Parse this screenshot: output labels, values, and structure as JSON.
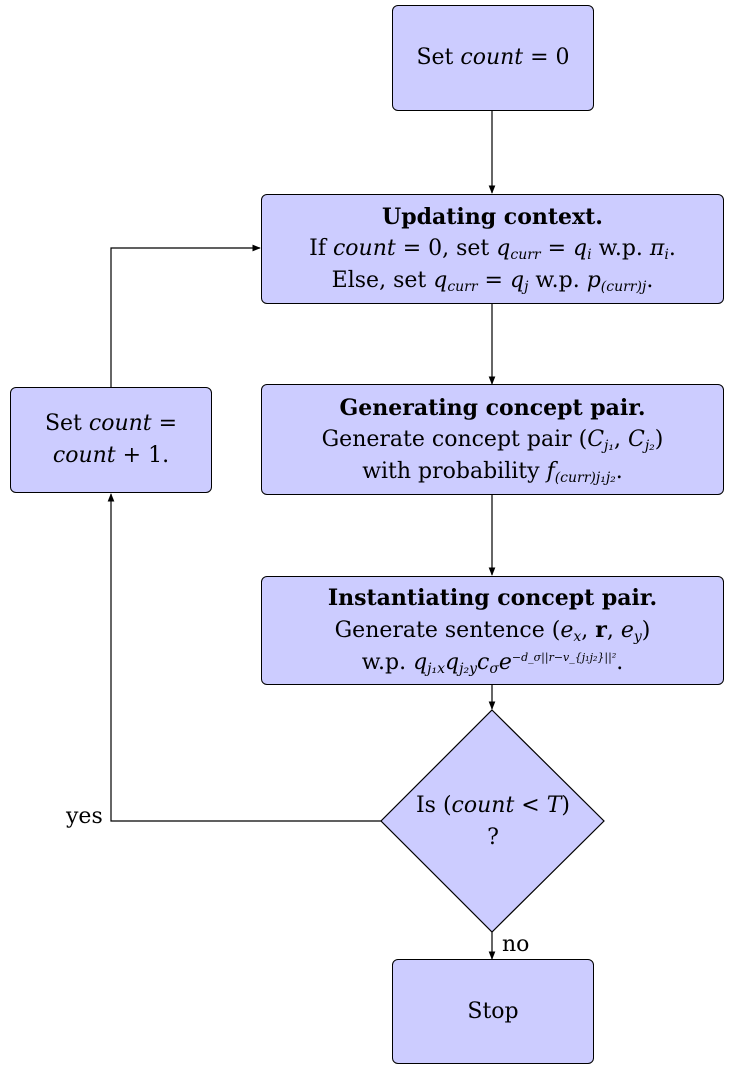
{
  "nodes": {
    "start": {
      "prefix": "Set ",
      "var": "count",
      "suffix": " = 0"
    },
    "update": {
      "title": "Updating context.",
      "line1": {
        "t1": "If ",
        "v1": "count",
        "t2": " = 0, set ",
        "v2": "q",
        "s2": "curr",
        "t3": " = ",
        "v3": "q",
        "s3": "i",
        "t4": " w.p. ",
        "v4": "π",
        "s4": "i",
        "t5": "."
      },
      "line2": {
        "t1": "Else, set ",
        "v1": "q",
        "s1": "curr",
        "t2": " = ",
        "v2": "q",
        "s2": "j",
        "t3": " w.p. ",
        "v3": "p",
        "s3": "(curr)j",
        "t4": "."
      }
    },
    "generate": {
      "title": "Generating concept pair.",
      "line1": {
        "t1": "Generate concept pair (",
        "v1": "C",
        "s1": "j₁",
        "t2": ", ",
        "v2": "C",
        "s2": "j₂",
        "t3": ")"
      },
      "line2": {
        "t1": "with probability ",
        "v1": "f",
        "s1": "(curr)j₁j₂",
        "t2": "."
      }
    },
    "instantiate": {
      "title": "Instantiating concept pair.",
      "line1": {
        "t1": "Generate sentence (",
        "v1": "e",
        "s1": "x",
        "t2": ", ",
        "b2": "r",
        "t3": ", ",
        "v3": "e",
        "s3": "y",
        "t4": ")"
      },
      "line2": {
        "t1": "w.p. ",
        "v1": "q",
        "s1": "j₁x",
        "v2": "q",
        "s2": "j₂y",
        "v3": "c",
        "s3": "σ",
        "v4": "e",
        "sup": "−d_σ||r−v_{j₁j₂}||²",
        "t5": "."
      }
    },
    "increment": {
      "line1_pre": "Set ",
      "line1_var": "count",
      "line1_post": " =",
      "line2_var": "count",
      "line2_post": " + 1."
    },
    "decision": {
      "t1": "Is (",
      "v1": "count",
      "t2": " < ",
      "v2": "T",
      "t3": ")",
      "line2": "?"
    },
    "stop": {
      "label": "Stop"
    }
  },
  "edge_labels": {
    "yes": "yes",
    "no": "no"
  },
  "colors": {
    "node_fill": "#ccccff",
    "stroke": "#000000"
  }
}
